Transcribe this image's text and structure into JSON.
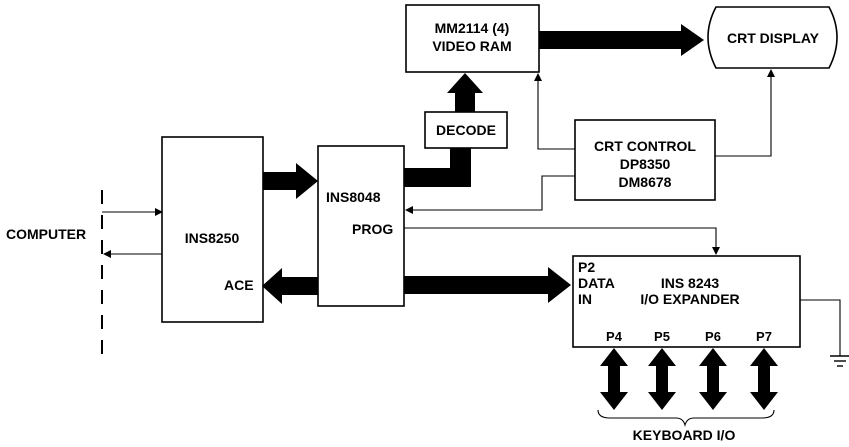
{
  "computer": {
    "label": "COMPUTER"
  },
  "ins8250": {
    "label": "INS8250",
    "ace_label": "ACE"
  },
  "ins8048": {
    "label": "INS8048",
    "prog_label": "PROG"
  },
  "decode": {
    "label": "DECODE"
  },
  "video_ram": {
    "line1": "MM2114 (4)",
    "line2": "VIDEO RAM"
  },
  "crt_display": {
    "label": "CRT DISPLAY"
  },
  "crt_control": {
    "line1": "CRT CONTROL",
    "line2": "DP8350",
    "line3": "DM8678"
  },
  "io_expander": {
    "port_p2": "P2",
    "port_data": "DATA",
    "port_in": "IN",
    "line1": "INS 8243",
    "line2": "I/O EXPANDER",
    "ports": [
      "P4",
      "P5",
      "P6",
      "P7"
    ]
  },
  "keyboard": {
    "label": "KEYBOARD I/O"
  }
}
